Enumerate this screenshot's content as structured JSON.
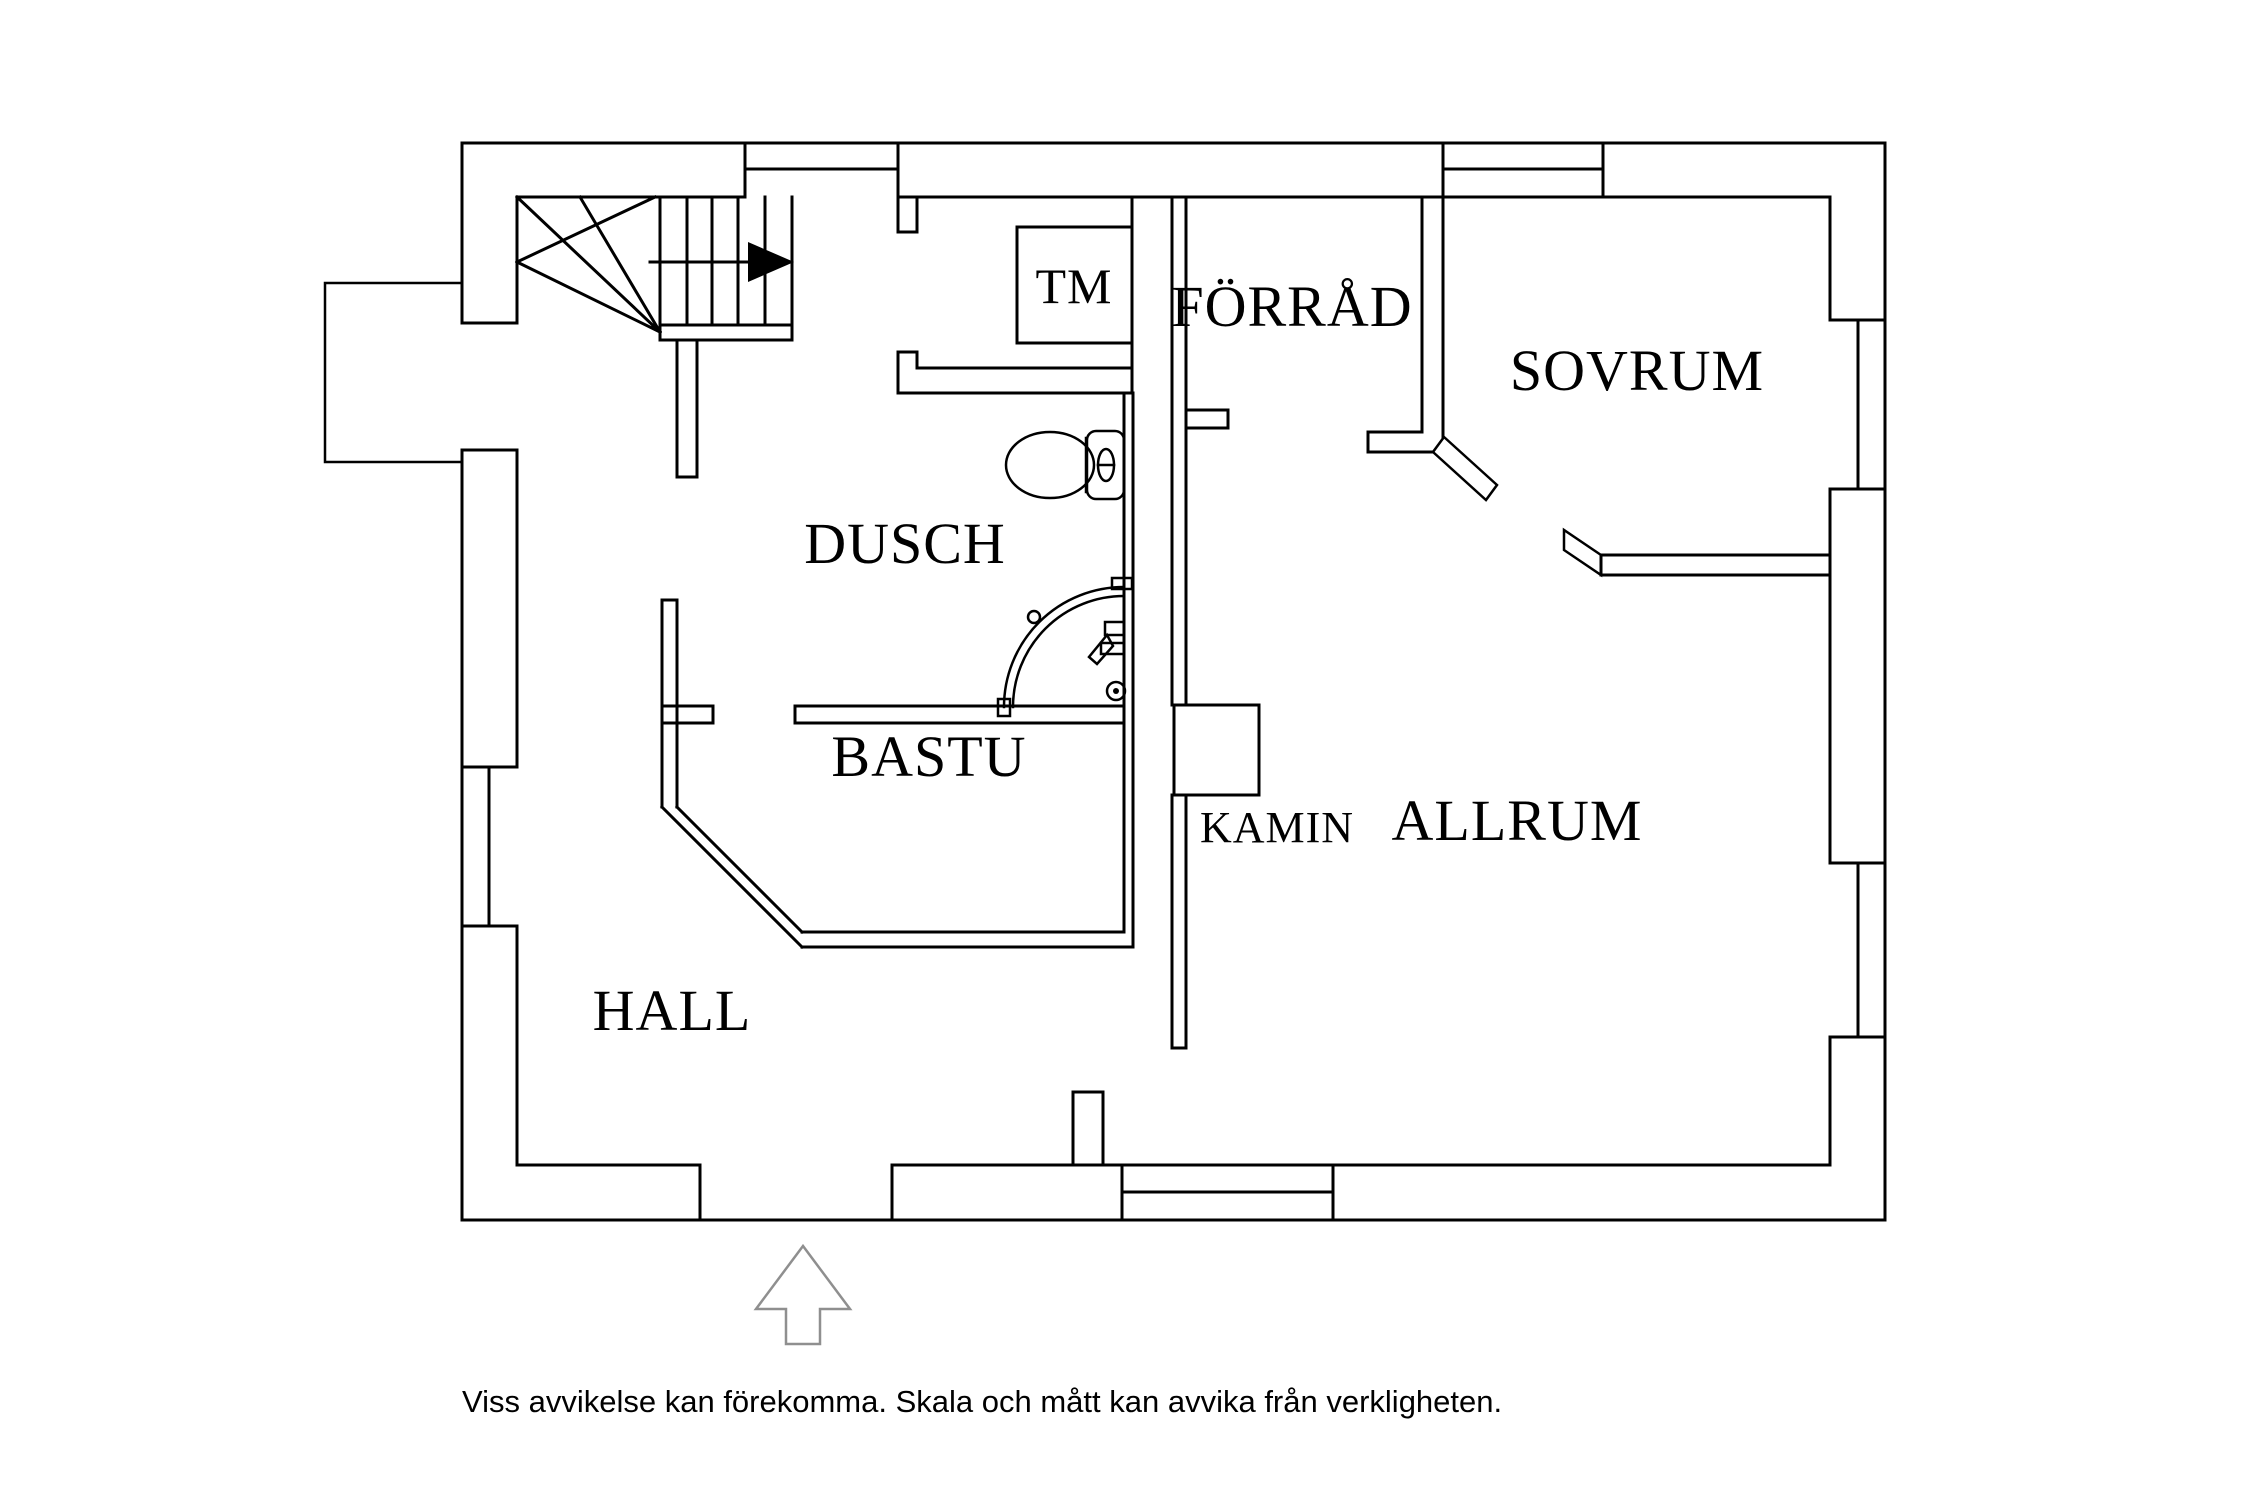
{
  "plan": {
    "background_color": "#ffffff",
    "line_color": "#000000",
    "entrance_arrow_color": "#8f8f8f",
    "rooms": [
      {
        "id": "tm",
        "label": "TM"
      },
      {
        "id": "forrad",
        "label": "FÖRRÅD"
      },
      {
        "id": "sovrum",
        "label": "SOVRUM"
      },
      {
        "id": "dusch",
        "label": "DUSCH"
      },
      {
        "id": "bastu",
        "label": "BASTU"
      },
      {
        "id": "kamin",
        "label": "KAMIN"
      },
      {
        "id": "allrum",
        "label": "ALLRUM"
      },
      {
        "id": "hall",
        "label": "HALL"
      }
    ],
    "icons": [
      {
        "name": "toilet-icon"
      },
      {
        "name": "shower-cabin-icon"
      },
      {
        "name": "staircase-icon"
      },
      {
        "name": "stair-direction-arrow-icon"
      },
      {
        "name": "entrance-arrow-icon"
      },
      {
        "name": "washing-machine-box"
      },
      {
        "name": "fireplace-box"
      }
    ]
  },
  "footer": {
    "disclaimer": "Viss avvikelse kan förekomma. Skala och mått kan avvika från verkligheten."
  }
}
